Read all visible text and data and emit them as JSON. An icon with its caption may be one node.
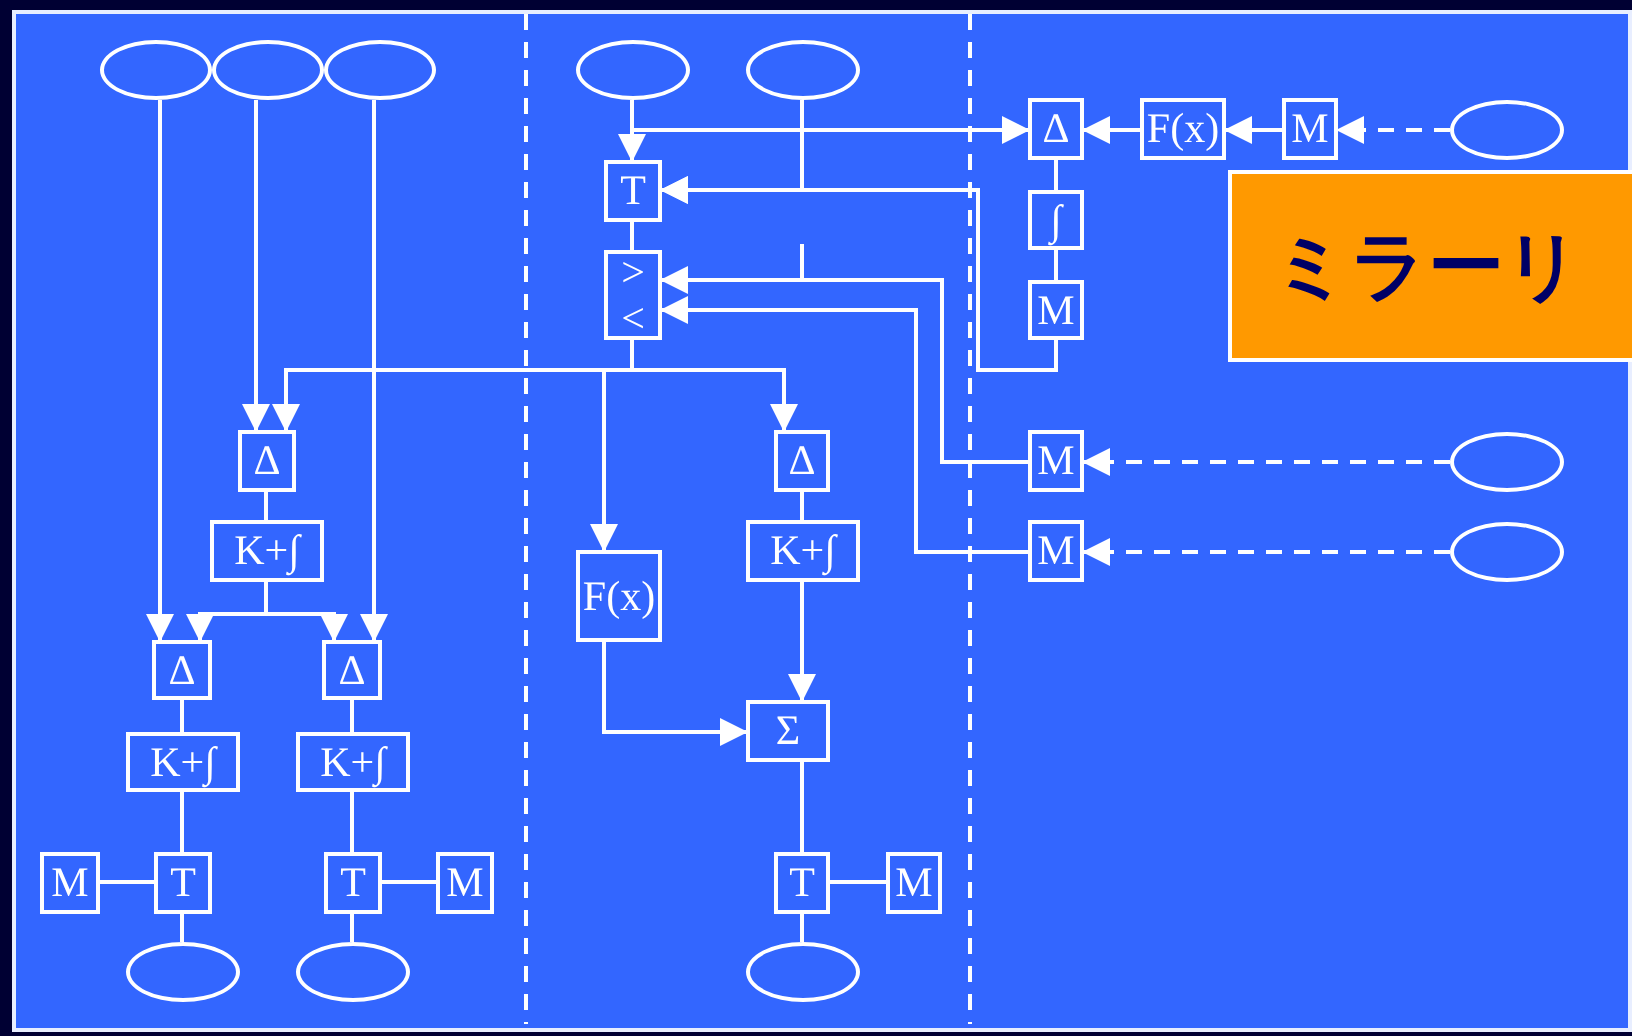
{
  "diagram": {
    "nodes": [
      {
        "text": [],
        "shape": "ellipse"
      },
      {
        "text": [],
        "shape": "ellipse"
      },
      {
        "text": [],
        "shape": "ellipse"
      },
      {
        "text": [],
        "shape": "ellipse"
      },
      {
        "text": [],
        "shape": "ellipse"
      },
      {
        "text": [
          "Δ"
        ]
      },
      {
        "text": [
          "K+∫"
        ]
      },
      {
        "text": [
          "Δ"
        ]
      },
      {
        "text": [
          "Δ"
        ]
      },
      {
        "text": [
          "K+∫"
        ]
      },
      {
        "text": [
          "K+∫"
        ]
      },
      {
        "text": [
          "M"
        ]
      },
      {
        "text": [
          "T"
        ]
      },
      {
        "text": [
          "T"
        ]
      },
      {
        "text": [
          "M"
        ]
      },
      {
        "text": [],
        "shape": "ellipse"
      },
      {
        "text": [],
        "shape": "ellipse"
      },
      {
        "text": [
          "T"
        ]
      },
      {
        "text": [
          ">",
          "<"
        ]
      },
      {
        "text": [
          "F(x)"
        ]
      },
      {
        "text": [
          "Δ"
        ]
      },
      {
        "text": [
          "K+∫"
        ]
      },
      {
        "text": [
          "Σ"
        ]
      },
      {
        "text": [
          "T"
        ]
      },
      {
        "text": [
          "M"
        ]
      },
      {
        "text": [],
        "shape": "ellipse"
      },
      {
        "text": [
          "Δ"
        ]
      },
      {
        "text": [
          "F(x)"
        ]
      },
      {
        "text": [
          "M"
        ]
      },
      {
        "text": [],
        "shape": "ellipse"
      },
      {
        "text": [
          "∫"
        ]
      },
      {
        "text": [
          "M"
        ]
      },
      {
        "text": [
          "M"
        ]
      },
      {
        "text": [],
        "shape": "ellipse"
      },
      {
        "text": [
          "M"
        ]
      },
      {
        "text": [],
        "shape": "ellipse"
      },
      {
        "text": [
          "ミラーリ"
        ]
      }
    ],
    "edges": [
      {
        "from": 0,
        "to": 7,
        "arrow": "to"
      },
      {
        "from": 1,
        "to": 5,
        "arrow": "to"
      },
      {
        "from": 2,
        "to": 8,
        "arrow": "to"
      },
      {
        "from": 18,
        "to": 5,
        "arrow": "to"
      },
      {
        "from": 18,
        "to": 20,
        "arrow": "to"
      },
      {
        "from": 18,
        "to": 19,
        "arrow": "to"
      },
      {
        "from": 5,
        "to": 6,
        "arrow": "none"
      },
      {
        "from": 6,
        "to": 7,
        "arrow": "to"
      },
      {
        "from": 6,
        "to": 8,
        "arrow": "to"
      },
      {
        "from": 7,
        "to": 9,
        "arrow": "none"
      },
      {
        "from": 8,
        "to": 10,
        "arrow": "none"
      },
      {
        "from": 9,
        "to": 12,
        "arrow": "none"
      },
      {
        "from": 10,
        "to": 13,
        "arrow": "none"
      },
      {
        "from": 11,
        "to": 12,
        "arrow": "none"
      },
      {
        "from": 13,
        "to": 14,
        "arrow": "none"
      },
      {
        "from": 12,
        "to": 15,
        "arrow": "none"
      },
      {
        "from": 13,
        "to": 16,
        "arrow": "none"
      },
      {
        "from": 3,
        "to": 17,
        "arrow": "to"
      },
      {
        "from": 3,
        "to": 26,
        "arrow": "to"
      },
      {
        "from": 4,
        "to": 17,
        "arrow": "to"
      },
      {
        "from": 31,
        "to": 17,
        "arrow": "to"
      },
      {
        "from": 17,
        "to": 18,
        "arrow": "none"
      },
      {
        "from": 32,
        "to": 18,
        "arrow": "to"
      },
      {
        "from": 34,
        "to": 18,
        "arrow": "to"
      },
      {
        "from": 29,
        "to": 28,
        "arrow": "to",
        "style": "dashed"
      },
      {
        "from": 28,
        "to": 27,
        "arrow": "to"
      },
      {
        "from": 27,
        "to": 26,
        "arrow": "to"
      },
      {
        "from": 26,
        "to": 30,
        "arrow": "none"
      },
      {
        "from": 30,
        "to": 31,
        "arrow": "none"
      },
      {
        "from": 33,
        "to": 32,
        "arrow": "to",
        "style": "dashed"
      },
      {
        "from": 35,
        "to": 34,
        "arrow": "to",
        "style": "dashed"
      },
      {
        "from": 19,
        "to": 22,
        "arrow": "to"
      },
      {
        "from": 21,
        "to": 22,
        "arrow": "to"
      },
      {
        "from": 20,
        "to": 21,
        "arrow": "none"
      },
      {
        "from": 22,
        "to": 23,
        "arrow": "none"
      },
      {
        "from": 23,
        "to": 24,
        "arrow": "none"
      },
      {
        "from": 23,
        "to": 25,
        "arrow": "none"
      }
    ]
  }
}
